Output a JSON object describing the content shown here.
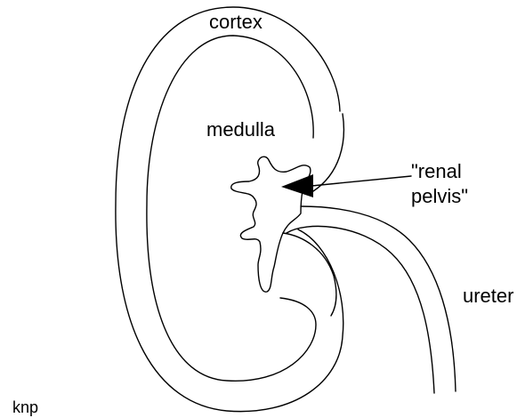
{
  "diagram": {
    "labels": {
      "cortex": "cortex",
      "medulla": "medulla",
      "renal_pelvis_line1": "\"renal",
      "renal_pelvis_line2": "pelvis\"",
      "ureter": "ureter",
      "author": "knp"
    },
    "colors": {
      "stroke": "#000000",
      "background": "#ffffff"
    }
  }
}
